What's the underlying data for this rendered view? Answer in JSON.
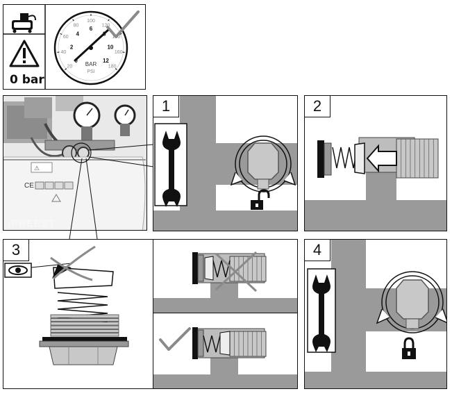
{
  "header": {
    "zero_pressure_label": "0 bar",
    "gauge": {
      "unit_primary": "BAR",
      "unit_secondary": "PSI",
      "bar_ticks": [
        "0",
        "2",
        "4",
        "6",
        "8",
        "10",
        "12"
      ],
      "psi_ticks": [
        "20",
        "40",
        "60",
        "80",
        "100",
        "120",
        "140",
        "160",
        "180"
      ]
    }
  },
  "steps": {
    "step1": "1",
    "step2": "2",
    "step3": "3",
    "step4": "4"
  },
  "photo": {
    "watermark": "IPREEST"
  },
  "colors": {
    "outline": "#111111",
    "pipe_gray": "#9a9a9a",
    "part_gray": "#c8c8c8",
    "check_gray": "#8a8a8a"
  }
}
